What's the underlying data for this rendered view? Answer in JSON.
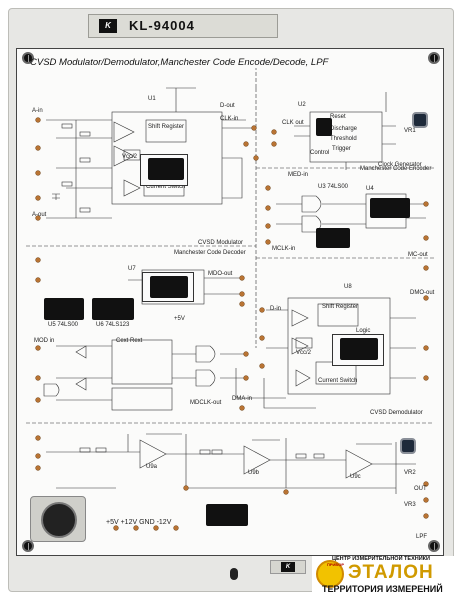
{
  "panel": {
    "model": "KL-94004",
    "logo_text": "K",
    "title": "CVSD Modulator/Demodulator,Manchester Code Encode/Decode, LPF"
  },
  "sections": {
    "cvsd_mod": "CVSD Modulator",
    "mc_decoder": "Manchester Code Decoder",
    "mc_encoder": "Manchester Code Encoder",
    "clock_gen": "Clock Generator",
    "cvsd_demod": "CVSD Demodulator",
    "lpf": "LPF"
  },
  "labels": {
    "a_in": "A-in",
    "a_out": "A-out",
    "d_out": "D-out",
    "clk_in": "CLK-in",
    "clk_out": "CLK out",
    "med_in": "MED-in",
    "mclk_in": "MCLK-in",
    "mc_out": "MC-out",
    "mdo_out": "MDO-out",
    "dmo_out": "DMO-out",
    "mod_in": "MOD in",
    "mdclk_out": "MDCLK-out",
    "dma_in": "DMA-in",
    "d_in": "D-in",
    "out": "OUT",
    "u1": "U1",
    "u2": "U2",
    "u3": "U3 74LS00",
    "u4": "U4",
    "u5": "U5 74LS00",
    "u6": "U6 74LS123",
    "u7": "U7",
    "u8": "U8",
    "u9a": "U9a",
    "u9b": "U9b",
    "u9c": "U9c",
    "shift_register": "Shift Register",
    "logic": "Logic",
    "vcc2": "Vcc/2",
    "current_switch": "Current Switch",
    "reset": "Reset",
    "discharge": "Discharge",
    "threshold": "Threshold",
    "trigger": "Trigger",
    "control": "Control",
    "plus5v": "+5V",
    "vr1": "VR1",
    "vr2": "VR2",
    "vr3": "VR3",
    "ceet_rext": "Cext Rext"
  },
  "power": {
    "text": "+5V  +12V  GND  -12V"
  },
  "branding": {
    "top": "ЦЕНТР ИЗМЕРИТЕЛЬНОЙ ТЕХНИКИ",
    "sub": "ПРИБОР",
    "name": "ЭТАЛОН",
    "tagline": "ТЕРРИТОРИЯ ИЗМЕРЕНИЙ"
  }
}
